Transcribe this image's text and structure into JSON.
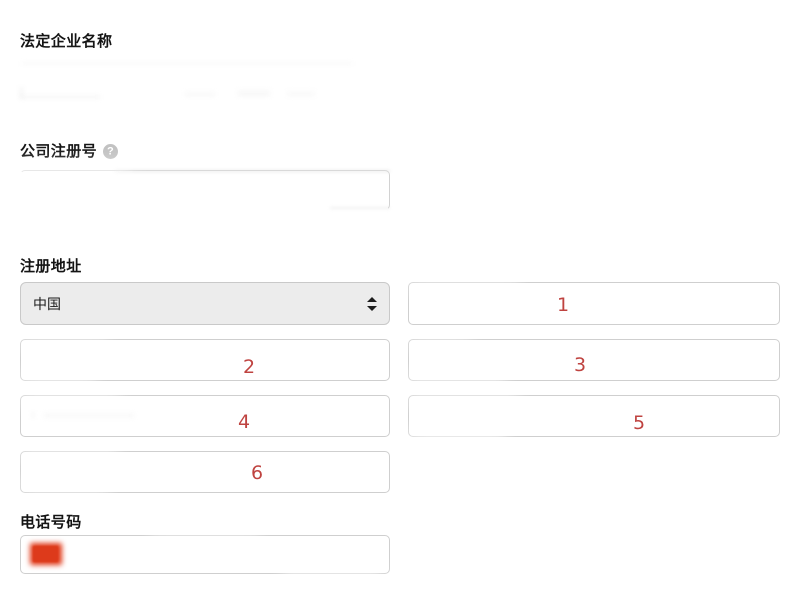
{
  "form": {
    "background_color": "#ffffff",
    "annotation_color": "#bf4340",
    "fields": [
      {
        "id": "legal-business-name",
        "label": "法定企业名称",
        "value": "",
        "placeholder": "",
        "redacted": true
      },
      {
        "id": "company-registration-number",
        "label": "公司注册号",
        "help_icon": "help-circle-icon",
        "value": "",
        "placeholder": "",
        "redacted": true
      },
      {
        "id": "registered-address",
        "label": "注册地址",
        "country_select": {
          "value": "中国",
          "icon": "chevron-updown-icon"
        }
      },
      {
        "id": "phone-number",
        "label": "电话号码",
        "value": "",
        "placeholder": "",
        "flag": {
          "name": "china-flag-icon",
          "color": "#e03a1a"
        }
      }
    ],
    "address_inputs": [
      {
        "id": "address-line-1",
        "annotation": "1",
        "value": ""
      },
      {
        "id": "address-line-2",
        "annotation": "2",
        "value": ""
      },
      {
        "id": "address-line-3",
        "annotation": "3",
        "value": ""
      },
      {
        "id": "address-line-4",
        "annotation": "4",
        "value": ""
      },
      {
        "id": "address-line-5",
        "annotation": "5",
        "value": ""
      },
      {
        "id": "address-line-6",
        "annotation": "6",
        "value": ""
      }
    ]
  }
}
